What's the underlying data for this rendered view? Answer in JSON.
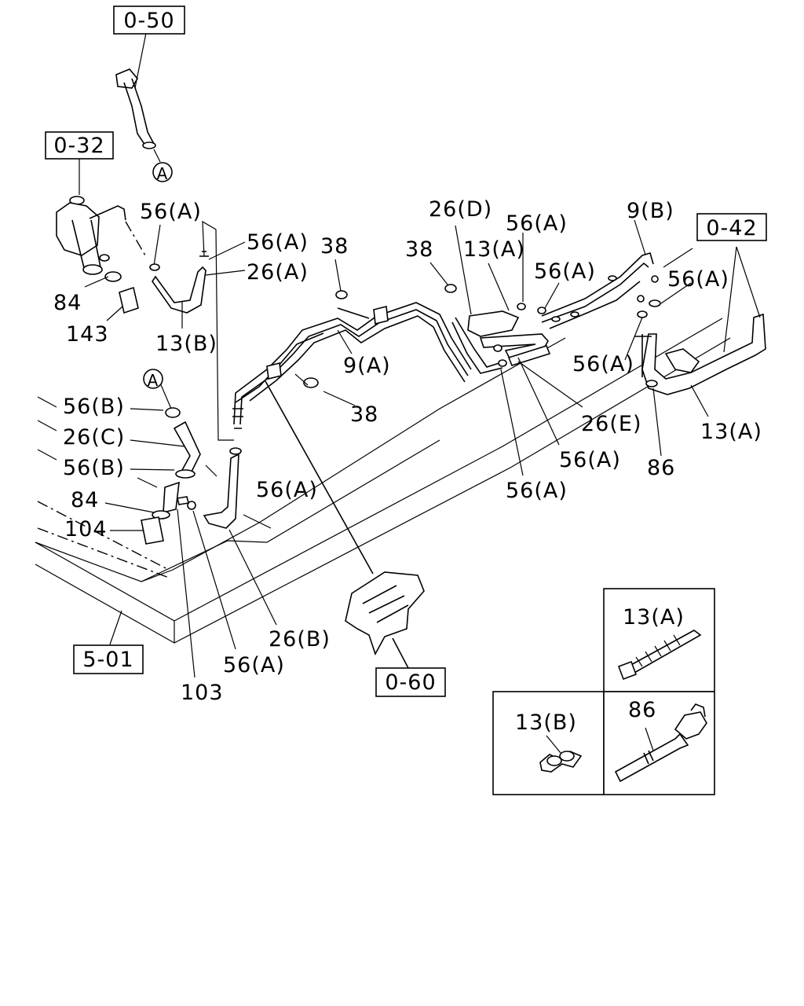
{
  "refs": {
    "r050": "0-50",
    "r032": "0-32",
    "r042": "0-42",
    "r501": "5-01",
    "r060": "0-60"
  },
  "circle_marker": "A",
  "labels": {
    "p56a_1": "56(A)",
    "p56a_2": "56(A)",
    "p26a": "26(A)",
    "p84_top": "84",
    "p143": "143",
    "p13b_top": "13(B)",
    "p38_a": "38",
    "p38_b": "38",
    "p38_c": "38",
    "p9a": "9(A)",
    "p26d": "26(D)",
    "p56a_3": "56(A)",
    "p13a_top": "13(A)",
    "p56a_4": "56(A)",
    "p9b": "9(B)",
    "p56a_5": "56(A)",
    "p56a_6": "56(A)",
    "p26e": "26(E)",
    "p13a_right": "13(A)",
    "p56a_7": "56(A)",
    "p86_main": "86",
    "p56a_8": "56(A)",
    "p56b_1": "56(B)",
    "p26c": "26(C)",
    "p56b_2": "56(B)",
    "p84_left": "84",
    "p104": "104",
    "p56a_9": "56(A)",
    "p26b": "26(B)",
    "p56a_10": "56(A)",
    "p103": "103"
  },
  "detail": {
    "p13a": "13(A)",
    "p13b": "13(B)",
    "p86": "86"
  }
}
